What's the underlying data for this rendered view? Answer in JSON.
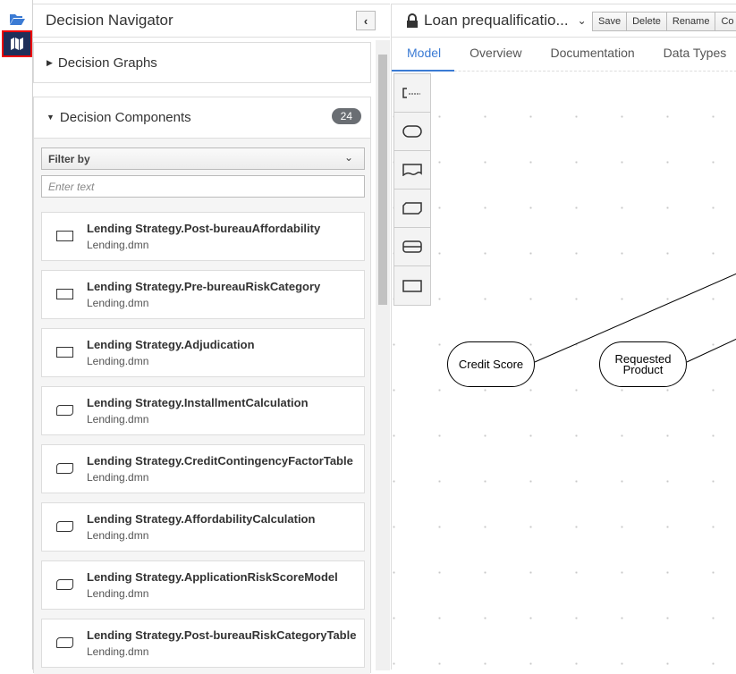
{
  "leftbar": {
    "items": [
      {
        "icon": "folder-open-icon"
      },
      {
        "icon": "map-icon",
        "active": true
      }
    ]
  },
  "navigator": {
    "title": "Decision Navigator",
    "graphs_label": "Decision Graphs",
    "components_label": "Decision Components",
    "components_count": "24",
    "filter_label": "Filter by",
    "filter_placeholder": "Enter text",
    "items": [
      {
        "title": "Lending Strategy.Post-bureauAffordability",
        "file": "Lending.dmn",
        "icon": "rect"
      },
      {
        "title": "Lending Strategy.Pre-bureauRiskCategory",
        "file": "Lending.dmn",
        "icon": "rect"
      },
      {
        "title": "Lending Strategy.Adjudication",
        "file": "Lending.dmn",
        "icon": "rect"
      },
      {
        "title": "Lending Strategy.InstallmentCalculation",
        "file": "Lending.dmn",
        "icon": "bkm"
      },
      {
        "title": "Lending Strategy.CreditContingencyFactorTable",
        "file": "Lending.dmn",
        "icon": "bkm"
      },
      {
        "title": "Lending Strategy.AffordabilityCalculation",
        "file": "Lending.dmn",
        "icon": "bkm"
      },
      {
        "title": "Lending Strategy.ApplicationRiskScoreModel",
        "file": "Lending.dmn",
        "icon": "bkm"
      },
      {
        "title": "Lending Strategy.Post-bureauRiskCategoryTable",
        "file": "Lending.dmn",
        "icon": "bkm"
      }
    ]
  },
  "editor": {
    "title": "Loan prequalificatio...",
    "buttons": [
      "Save",
      "Delete",
      "Rename",
      "Co"
    ],
    "tabs": [
      "Model",
      "Overview",
      "Documentation",
      "Data Types"
    ],
    "active_tab": "Model",
    "palette": [
      "text-annotation-icon",
      "input-data-icon",
      "knowledge-source-icon",
      "bkm-icon",
      "decision-service-icon",
      "decision-icon"
    ],
    "nodes": [
      {
        "label": "Credit Score"
      },
      {
        "label": "Requested Product"
      }
    ]
  }
}
